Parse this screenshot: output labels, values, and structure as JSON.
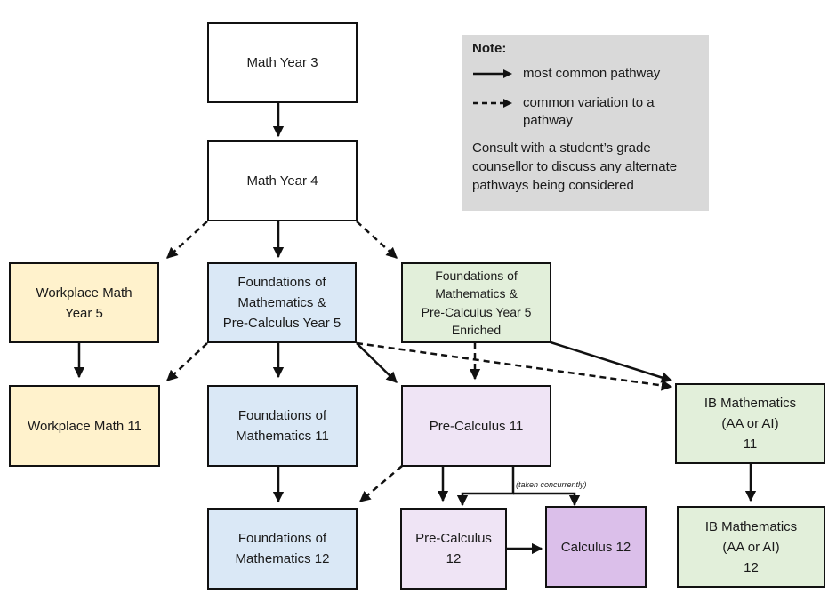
{
  "nodes": {
    "year3": "Math Year 3",
    "year4": "Math Year 4",
    "workplace5": "Workplace Math\nYear 5",
    "foundations_precalc5": "Foundations of\nMathematics &\nPre-Calculus Year 5",
    "foundations_precalc5_enriched": "Foundations of\nMathematics &\nPre-Calculus Year 5\nEnriched",
    "workplace11": "Workplace Math 11",
    "foundations11": "Foundations of\nMathematics 11",
    "precalc11": "Pre-Calculus 11",
    "ib11": "IB Mathematics\n(AA or AI)\n11",
    "foundations12": "Foundations of\nMathematics 12",
    "precalc12": "Pre-Calculus\n12",
    "calculus12": "Calculus 12",
    "ib12": "IB Mathematics\n(AA or AI)\n12"
  },
  "edge_labels": {
    "concurrent": "(taken concurrently)"
  },
  "note": {
    "title": "Note:",
    "solid_label": "most common pathway",
    "dashed_label": "common variation to a pathway",
    "text": "Consult with a student’s grade counsellor to discuss any alternate pathways being considered"
  },
  "colors": {
    "workplace": "#fff2cc",
    "foundations": "#dae8f6",
    "enriched_ib": "#e2efda",
    "precalc": "#efe4f5",
    "calculus": "#dbbfea",
    "note_bg": "#d9d9d9"
  }
}
